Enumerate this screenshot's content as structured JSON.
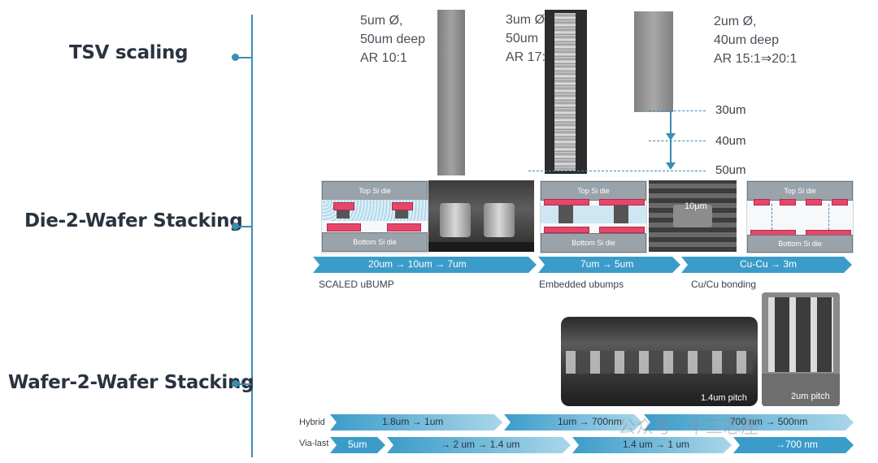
{
  "rows": {
    "tsv": "TSV scaling",
    "d2w": "Die-2-Wafer Stacking",
    "w2w": "Wafer-2-Wafer Stacking"
  },
  "tsv_specs": [
    [
      "5um Ø,",
      "50um deep",
      "AR 10:1"
    ],
    [
      "3um Ø,",
      "50um",
      "AR 17:1"
    ],
    [
      "2um Ø,",
      "40um deep",
      "AR 15:1⇒20:1"
    ]
  ],
  "depths": [
    "30um",
    "40um",
    "50um"
  ],
  "d2w_diagrams": {
    "top_die": "Top Si die",
    "bottom_die": "Bottom Si die",
    "sem_label": "10μm"
  },
  "d2w_bands": [
    {
      "text": "20um → 10um → 7um",
      "caption": "SCALED uBUMP"
    },
    {
      "text": "7um → 5um",
      "caption": "Embedded ubumps"
    },
    {
      "text": "Cu-Cu → 3m",
      "caption": "Cu/Cu bonding"
    }
  ],
  "w2w_images": [
    {
      "pitch": "1.4um pitch"
    },
    {
      "pitch": "2um pitch"
    }
  ],
  "w2w_bands": {
    "hybrid_label": "Hybrid",
    "hybrid": [
      "1.8um → 1um",
      "1um → 700nm",
      "700 nm → 500nm"
    ],
    "vialast_label": "Via-last",
    "vialast": [
      "5um",
      "→ 2 um → 1.4 um",
      "1.4 um → 1 um",
      "→700 nm"
    ]
  },
  "watermark": "公众号 · 十三芯座",
  "colors": {
    "accent": "#3a8db3",
    "band": "#3c9cc9",
    "pad": "#e8456a"
  }
}
